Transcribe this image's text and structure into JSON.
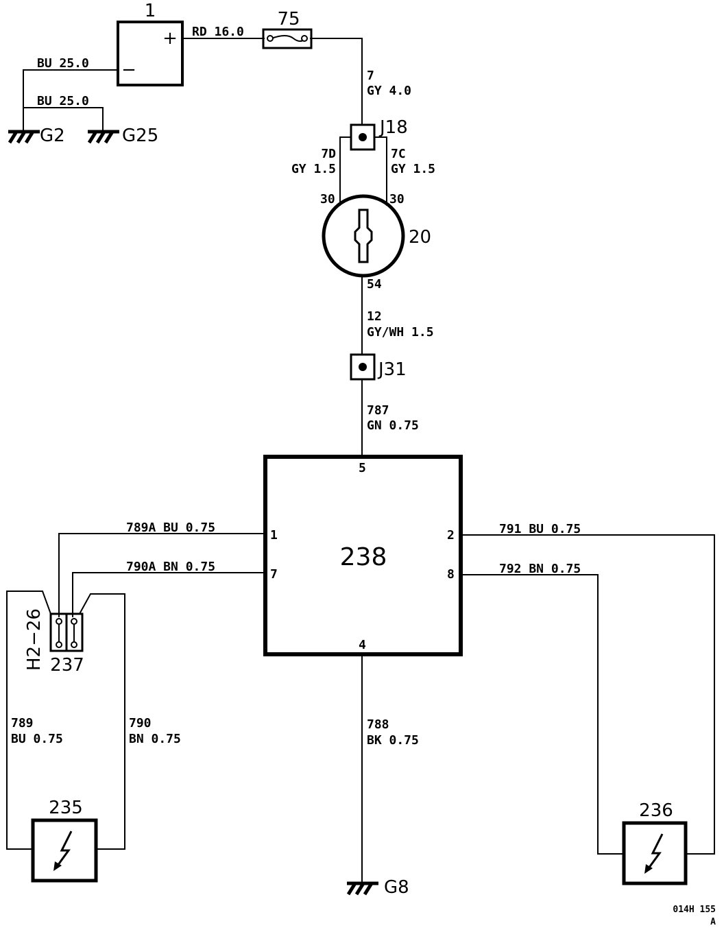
{
  "components": {
    "battery": {
      "id": "1",
      "plus": "+",
      "minus": "−"
    },
    "fuse": {
      "id": "75"
    },
    "junction_j18": {
      "id": "J18"
    },
    "ignition_switch": {
      "id": "20",
      "pin_in_left": "30",
      "pin_in_right": "30",
      "pin_out": "54"
    },
    "junction_j31": {
      "id": "J31"
    },
    "control_module": {
      "id": "238",
      "pin_top": "5",
      "pin_bottom": "4",
      "pin_left_1": "1",
      "pin_left_2": "7",
      "pin_right_1": "2",
      "pin_right_2": "8"
    },
    "connector": {
      "id": "237",
      "code": "H2−26"
    },
    "sensor_left": {
      "id": "235"
    },
    "sensor_right": {
      "id": "236"
    },
    "grounds": {
      "g2": "G2",
      "g25": "G25",
      "g8": "G8"
    }
  },
  "wires": {
    "bu_batt": "BU 25.0",
    "bu_ground": "BU 25.0",
    "rd_batt": "RD 16.0",
    "w7_num": "7",
    "w7_spec": "GY 4.0",
    "w7d_num": "7D",
    "w7d_spec": "GY 1.5",
    "w7c_num": "7C",
    "w7c_spec": "GY 1.5",
    "w12_num": "12",
    "w12_spec": "GY/WH 1.5",
    "w787_num": "787",
    "w787_spec": "GN 0.75",
    "w789a": "789A BU 0.75",
    "w790a": "790A BN 0.75",
    "w791": "791 BU 0.75",
    "w792": "792 BN 0.75",
    "w789_num": "789",
    "w789_spec": "BU 0.75",
    "w790_num": "790",
    "w790_spec": "BN 0.75",
    "w788_num": "788",
    "w788_spec": "BK 0.75"
  },
  "reference": {
    "code": "014H 155",
    "rev": "A"
  }
}
